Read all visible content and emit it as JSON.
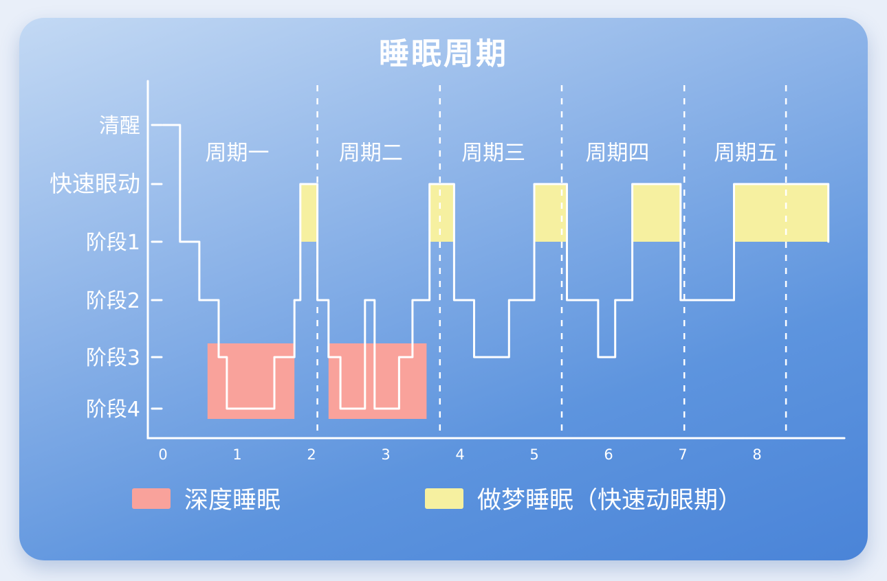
{
  "page": {
    "background_color": "#e9eff9"
  },
  "card": {
    "gradient_start_color": "#c3d9f4",
    "gradient_end_color": "#4a84d8"
  },
  "chart_data": {
    "type": "line",
    "subtype": "step-hypnogram",
    "title": "睡眠周期",
    "xlabel": "",
    "ylabel": "",
    "grid": false,
    "x_tick_labels": [
      "0",
      "1",
      "2",
      "3",
      "4",
      "5",
      "6",
      "7",
      "8"
    ],
    "x_range_hours": [
      0,
      9.2
    ],
    "y_labels": [
      "清醒",
      "快速眼动",
      "阶段1",
      "阶段2",
      "阶段3",
      "阶段4"
    ],
    "cycle_labels": [
      {
        "label": "周期一",
        "center_hour": 1.0
      },
      {
        "label": "周期二",
        "center_hour": 2.8
      },
      {
        "label": "周期三",
        "center_hour": 4.45
      },
      {
        "label": "周期四",
        "center_hour": 6.12
      },
      {
        "label": "周期五",
        "center_hour": 7.85
      }
    ],
    "cycle_divider_hours": [
      2.08,
      3.73,
      5.37,
      7.02,
      8.39
    ],
    "hypnogram_steps": [
      {
        "start_hour": 0.0,
        "end_hour": 0.23,
        "stage": "清醒"
      },
      {
        "start_hour": 0.23,
        "end_hour": 0.49,
        "stage": "阶段1"
      },
      {
        "start_hour": 0.49,
        "end_hour": 0.75,
        "stage": "阶段2"
      },
      {
        "start_hour": 0.75,
        "end_hour": 0.86,
        "stage": "阶段3"
      },
      {
        "start_hour": 0.86,
        "end_hour": 1.5,
        "stage": "阶段4"
      },
      {
        "start_hour": 1.5,
        "end_hour": 1.77,
        "stage": "阶段3"
      },
      {
        "start_hour": 1.77,
        "end_hour": 1.85,
        "stage": "阶段2"
      },
      {
        "start_hour": 1.85,
        "end_hour": 2.08,
        "stage": "快速眼动"
      },
      {
        "start_hour": 2.08,
        "end_hour": 2.23,
        "stage": "阶段2"
      },
      {
        "start_hour": 2.23,
        "end_hour": 2.39,
        "stage": "阶段3"
      },
      {
        "start_hour": 2.39,
        "end_hour": 2.72,
        "stage": "阶段4"
      },
      {
        "start_hour": 2.72,
        "end_hour": 2.85,
        "stage": "阶段2"
      },
      {
        "start_hour": 2.85,
        "end_hour": 3.18,
        "stage": "阶段4"
      },
      {
        "start_hour": 3.18,
        "end_hour": 3.36,
        "stage": "阶段3"
      },
      {
        "start_hour": 3.36,
        "end_hour": 3.59,
        "stage": "阶段2"
      },
      {
        "start_hour": 3.59,
        "end_hour": 3.92,
        "stage": "快速眼动"
      },
      {
        "start_hour": 3.92,
        "end_hour": 4.19,
        "stage": "阶段2"
      },
      {
        "start_hour": 4.19,
        "end_hour": 4.66,
        "stage": "阶段3"
      },
      {
        "start_hour": 4.66,
        "end_hour": 5.0,
        "stage": "阶段2"
      },
      {
        "start_hour": 5.0,
        "end_hour": 5.44,
        "stage": "快速眼动"
      },
      {
        "start_hour": 5.44,
        "end_hour": 5.86,
        "stage": "阶段2"
      },
      {
        "start_hour": 5.86,
        "end_hour": 6.09,
        "stage": "阶段3"
      },
      {
        "start_hour": 6.09,
        "end_hour": 6.32,
        "stage": "阶段2"
      },
      {
        "start_hour": 6.32,
        "end_hour": 6.97,
        "stage": "快速眼动"
      },
      {
        "start_hour": 6.97,
        "end_hour": 7.69,
        "stage": "阶段2"
      },
      {
        "start_hour": 7.69,
        "end_hour": 8.96,
        "stage": "快速眼动"
      }
    ],
    "rem_periods": [
      {
        "start_hour": 1.85,
        "end_hour": 2.08
      },
      {
        "start_hour": 3.59,
        "end_hour": 3.92
      },
      {
        "start_hour": 5.0,
        "end_hour": 5.44
      },
      {
        "start_hour": 6.32,
        "end_hour": 6.97
      },
      {
        "start_hour": 7.69,
        "end_hour": 8.96
      }
    ],
    "deep_sleep_periods": [
      {
        "start_hour": 0.6,
        "end_hour": 1.77
      },
      {
        "start_hour": 2.23,
        "end_hour": 3.55
      }
    ],
    "colors": {
      "deep_sleep": "#f9a29b",
      "rem_sleep": "#f6f0a0",
      "line": "#ffffff",
      "axis": "#ffffff",
      "text": "#ffffff"
    }
  },
  "legend": {
    "items": [
      {
        "label": "深度睡眠",
        "color_key": "deep_sleep"
      },
      {
        "label": "做梦睡眠（快速动眼期）",
        "color_key": "rem_sleep"
      }
    ]
  }
}
